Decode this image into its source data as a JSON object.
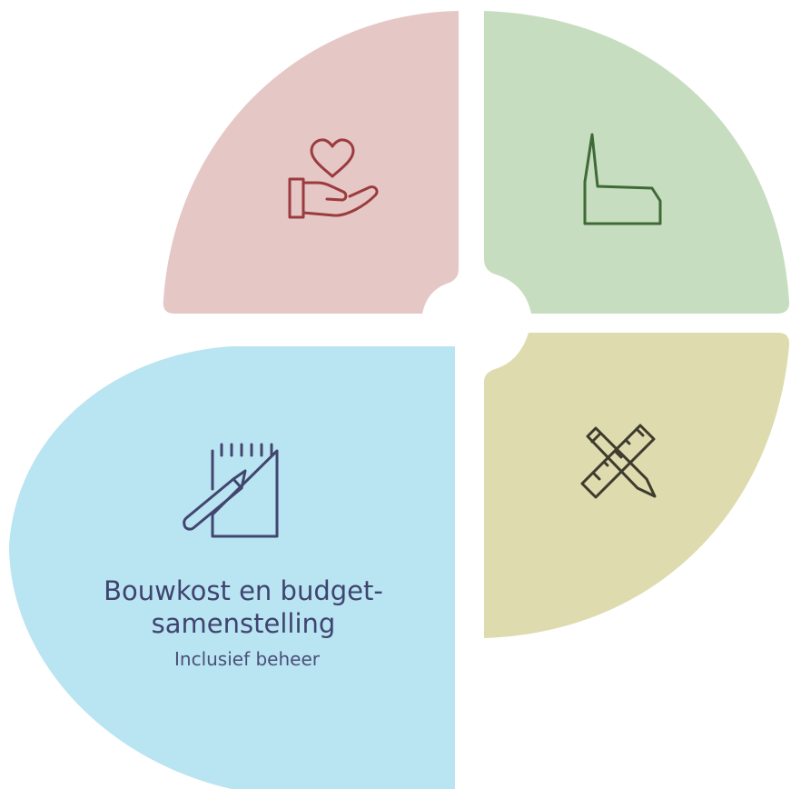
{
  "colors": {
    "care": "#e5c7c6",
    "building": "#c7ddc0",
    "budget": "#b9e4f1",
    "design": "#dedbaf",
    "care_icon": "#9b3b3e",
    "building_icon": "#3e6a36",
    "budget_icon": "#42466f",
    "design_icon": "#3d3b2c"
  },
  "segments": [
    {
      "name": "care",
      "icon": "hand-heart-icon"
    },
    {
      "name": "building",
      "icon": "church-icon"
    },
    {
      "name": "design",
      "icon": "ruler-pencil-icon"
    },
    {
      "name": "budget",
      "icon": "notepad-pencil-icon",
      "title_line1": "Bouwkost en budget-",
      "title_line2": "samenstelling",
      "subtitle": "Inclusief beheer"
    }
  ]
}
